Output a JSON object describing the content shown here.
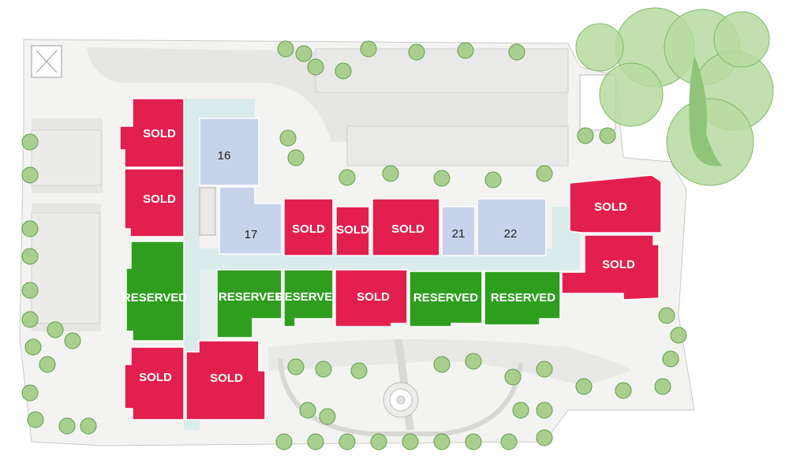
{
  "colors": {
    "sold": "#e21f4e",
    "reserved": "#2f9e1f",
    "available": "#c7d3ea",
    "corridor": "#dcecec",
    "ground": "#f0f0ee",
    "path": "#e3e3e1",
    "tree_fill": "#a9cf8f",
    "tree_stroke": "#5d9c48",
    "big_tree": "#b6dba0"
  },
  "units": [
    {
      "id": "u1",
      "status": "sold",
      "label": "SOLD"
    },
    {
      "id": "u2",
      "status": "sold",
      "label": "SOLD"
    },
    {
      "id": "u16",
      "status": "available",
      "label": "16"
    },
    {
      "id": "u17",
      "status": "available",
      "label": "17"
    },
    {
      "id": "u18",
      "status": "sold",
      "label": "SOLD"
    },
    {
      "id": "u19",
      "status": "sold",
      "label": "SOLD"
    },
    {
      "id": "u20",
      "status": "sold",
      "label": "SOLD"
    },
    {
      "id": "u21",
      "status": "available",
      "label": "21"
    },
    {
      "id": "u22",
      "status": "available",
      "label": "22"
    },
    {
      "id": "u23",
      "status": "sold",
      "label": "SOLD"
    },
    {
      "id": "u24",
      "status": "sold",
      "label": "SOLD"
    },
    {
      "id": "u3",
      "status": "reserved",
      "label": "RESERVED"
    },
    {
      "id": "u4",
      "status": "reserved",
      "label": "RESERVED"
    },
    {
      "id": "u5",
      "status": "reserved",
      "label": "RESERVED"
    },
    {
      "id": "u6",
      "status": "sold",
      "label": "SOLD"
    },
    {
      "id": "u7",
      "status": "reserved",
      "label": "RESERVED"
    },
    {
      "id": "u8",
      "status": "reserved",
      "label": "RESERVED"
    },
    {
      "id": "u9",
      "status": "sold",
      "label": "SOLD"
    },
    {
      "id": "u10",
      "status": "sold",
      "label": "SOLD"
    }
  ]
}
